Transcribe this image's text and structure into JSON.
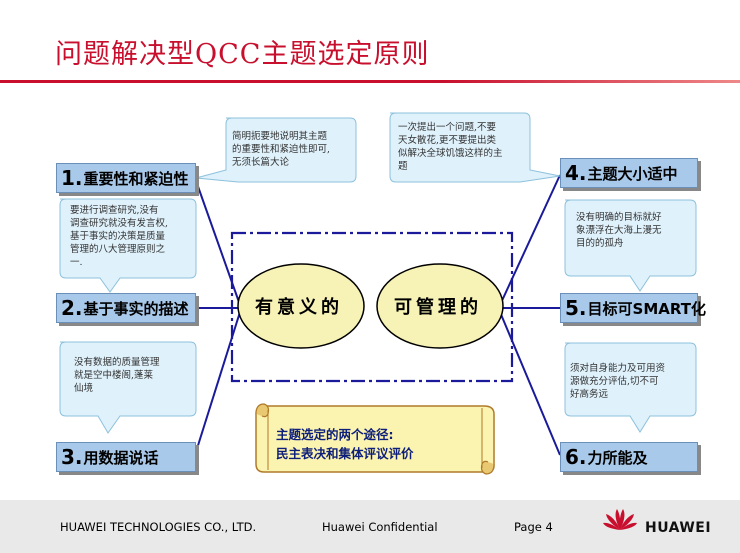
{
  "title": "问题解决型QCC主题选定原则",
  "labels": [
    {
      "num": "1.",
      "text": "重要性和紧迫性"
    },
    {
      "num": "2.",
      "text": "基于事实的描述"
    },
    {
      "num": "3.",
      "text": "用数据说话"
    },
    {
      "num": "4.",
      "text": "主题大小适中"
    },
    {
      "num": "5.",
      "text": "目标可SMART化"
    },
    {
      "num": "6.",
      "text": "力所能及"
    }
  ],
  "callouts": {
    "c1": [
      "简明扼要地说明其主题",
      "的重要性和紧迫性即可,",
      "无须长篇大论"
    ],
    "c2": [
      "要进行调查研究,没有",
      "调查研究就没有发言权,",
      "基于事实的决策是质量",
      "管理的八大管理原则之",
      "一."
    ],
    "c3": [
      "没有数据的质量管理",
      "就是空中楼阁,蓬莱",
      "仙境"
    ],
    "c4": [
      "一次提出一个问题,不要",
      "天女散花,更不要提出类",
      "似解决全球饥饿这样的主",
      "题"
    ],
    "c5": [
      "没有明确的目标就好",
      "象漂浮在大海上漫无",
      "目的的孤舟"
    ],
    "c6": [
      "须对自身能力及可用资",
      "源做充分评估,切不可",
      "好高务远"
    ]
  },
  "center": {
    "left": "有意义的",
    "right": "可管理的"
  },
  "scroll": {
    "line1": "主题选定的两个途径:",
    "line2": "民主表决和集体评议评价"
  },
  "footer": {
    "company": "HUAWEI TECHNOLOGIES CO., LTD.",
    "confidential": "Huawei Confidential",
    "page": "Page 4",
    "logo_text": "HUAWEI"
  },
  "colors": {
    "title": "#c8102e",
    "label_bg": "#a9c9ea",
    "callout_bg": "#dff1fb",
    "ellipse_fill": "#f7f2b5",
    "line": "#1a1a9a",
    "scroll_fill": "#fbf3b0",
    "footer_bg": "#e9e9e9"
  }
}
